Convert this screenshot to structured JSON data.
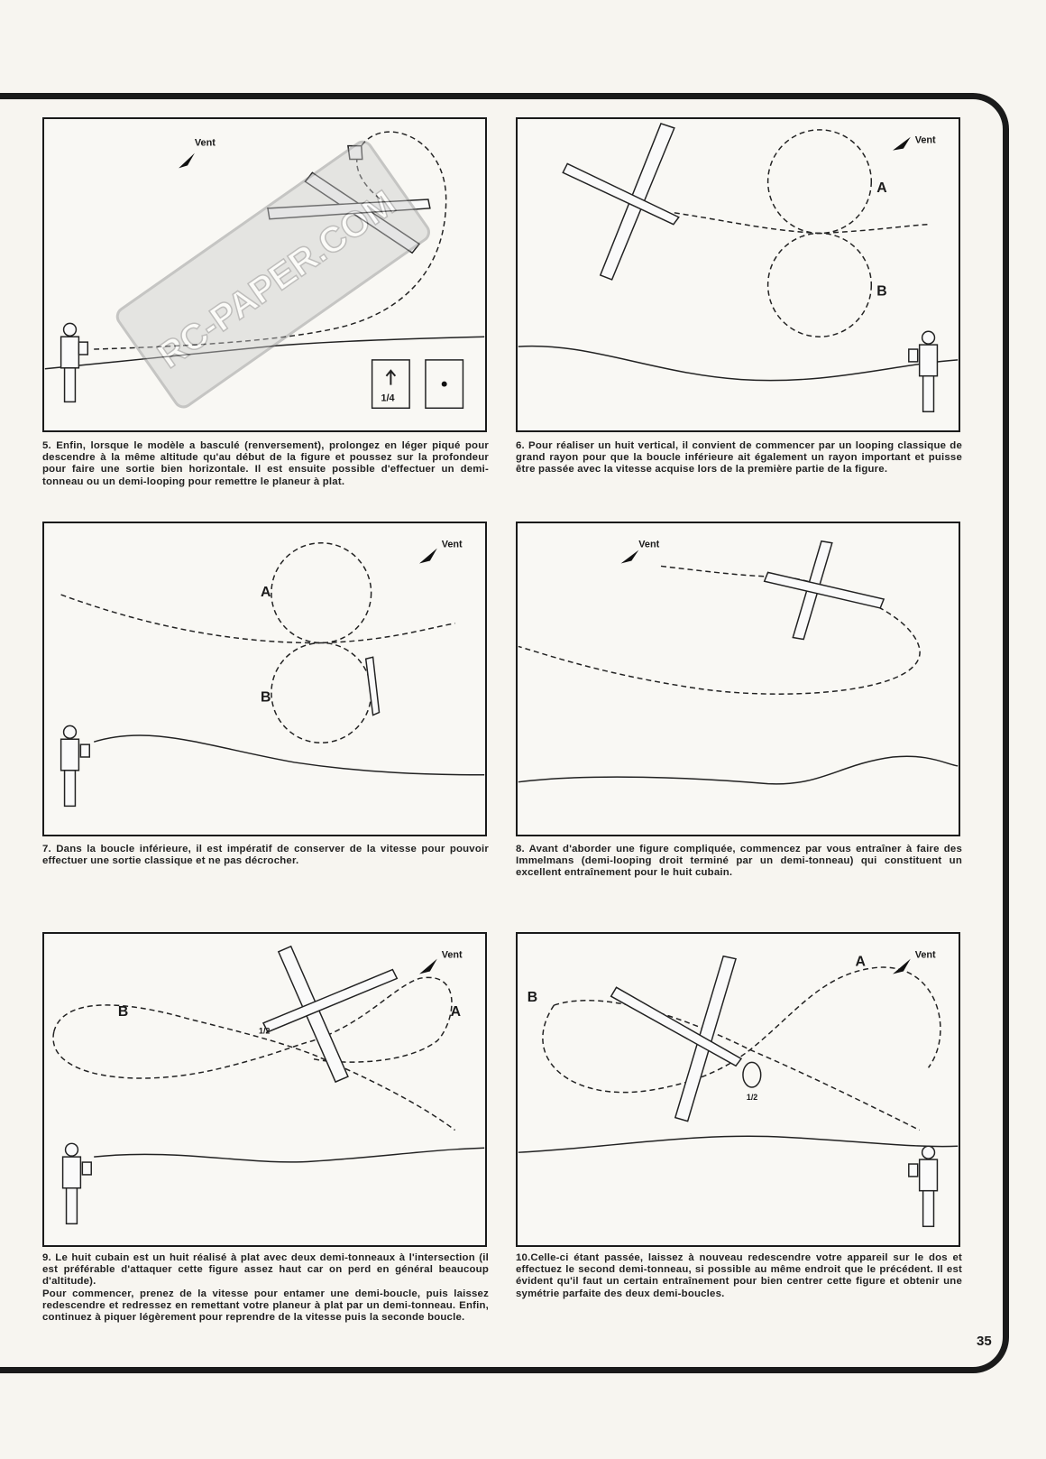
{
  "page_number": "35",
  "watermark": "RC-PAPER.COM",
  "panels": [
    {
      "id": "5",
      "wind_label": "Vent",
      "box_label": "1/4",
      "caption": "5. Enfin, lorsque le modèle a basculé (renversement), prolongez en léger piqué pour descendre à la même altitude qu'au début de la figure et poussez sur la profondeur pour faire une sortie bien horizontale. Il est ensuite possible d'effectuer un demi-tonneau ou un demi-looping pour remettre le planeur à plat."
    },
    {
      "id": "6",
      "wind_label": "Vent",
      "label_a": "A",
      "label_b": "B",
      "caption": "6. Pour réaliser un huit vertical, il convient de commencer par un looping classique de grand rayon pour que la boucle inférieure ait également un rayon important et puisse être passée avec la vitesse acquise lors de la première partie de la figure."
    },
    {
      "id": "7",
      "wind_label": "Vent",
      "label_a": "A",
      "label_b": "B",
      "caption": "7. Dans la boucle inférieure, il est impératif de conserver de la vitesse pour pouvoir effectuer une sortie classique et ne pas décrocher."
    },
    {
      "id": "8",
      "wind_label": "Vent",
      "caption": "8. Avant d'aborder une figure compliquée, commencez par vous entraîner à faire des Immelmans (demi-looping droit terminé par un demi-tonneau) qui constituent un excellent entraînement pour le huit cubain."
    },
    {
      "id": "9",
      "wind_label": "Vent",
      "label_a": "A",
      "label_b": "B",
      "roll_label": "1/2",
      "caption": "9. Le huit cubain est un huit réalisé à plat avec deux demi-tonneaux à l'intersection (il est préférable d'attaquer cette figure assez haut car on perd en général beaucoup d'altitude).",
      "caption2": "Pour commencer, prenez de la vitesse pour entamer une demi-boucle, puis laissez redescendre et redressez en remettant votre planeur à plat par un demi-tonneau. Enfin, continuez à piquer légèrement pour reprendre de la vitesse puis la seconde boucle."
    },
    {
      "id": "10",
      "wind_label": "Vent",
      "label_a": "A",
      "label_b": "B",
      "roll_label": "1/2",
      "caption": "10.Celle-ci étant passée, laissez à nouveau redescendre votre appareil sur le dos et effectuez le second demi-tonneau, si possible au même endroit que le précédent. Il est évident qu'il faut un certain entraînement pour bien centrer cette figure et obtenir une symétrie parfaite des deux demi-boucles."
    }
  ]
}
